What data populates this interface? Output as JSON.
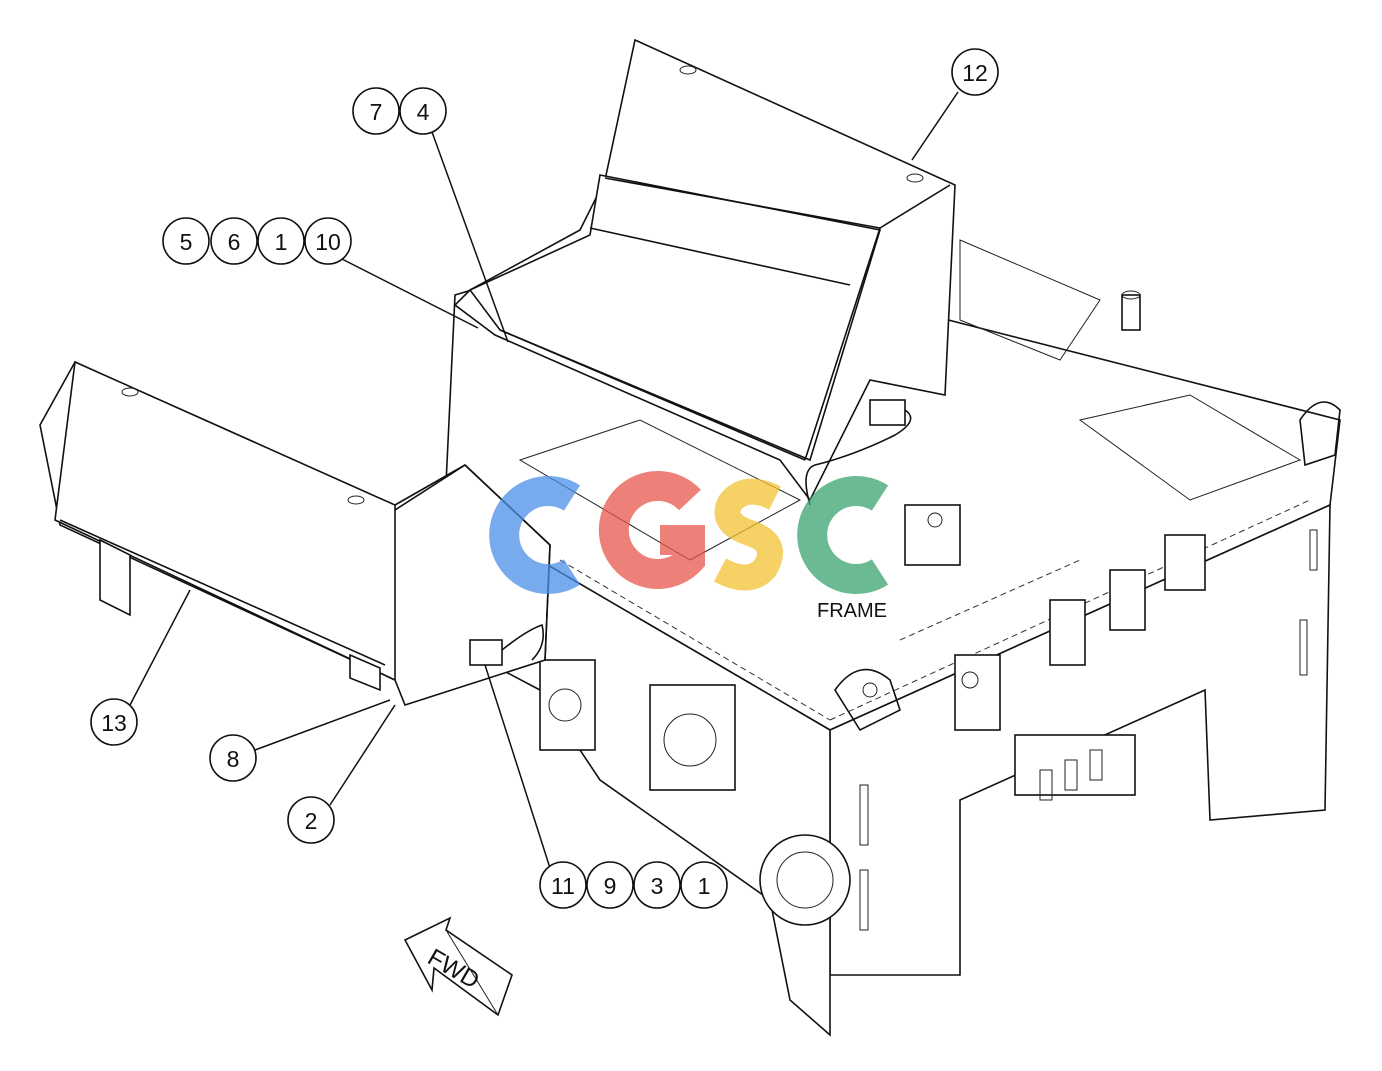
{
  "diagram": {
    "frame_label": "FRAME",
    "direction_label": "FWD",
    "watermark": {
      "letters": [
        "C",
        "G",
        "S",
        "C"
      ],
      "colors": [
        "#4a8fe8",
        "#e8584e",
        "#f2c233",
        "#3aa36f"
      ]
    },
    "callouts": [
      {
        "id": "c-12",
        "text": "12"
      },
      {
        "id": "c-7",
        "text": "7"
      },
      {
        "id": "c-4",
        "text": "4"
      },
      {
        "id": "c-5",
        "text": "5"
      },
      {
        "id": "c-6",
        "text": "6"
      },
      {
        "id": "c-1a",
        "text": "1"
      },
      {
        "id": "c-10",
        "text": "10"
      },
      {
        "id": "c-13",
        "text": "13"
      },
      {
        "id": "c-8",
        "text": "8"
      },
      {
        "id": "c-2",
        "text": "2"
      },
      {
        "id": "c-11",
        "text": "11"
      },
      {
        "id": "c-9",
        "text": "9"
      },
      {
        "id": "c-3",
        "text": "3"
      },
      {
        "id": "c-1b",
        "text": "1"
      }
    ]
  }
}
